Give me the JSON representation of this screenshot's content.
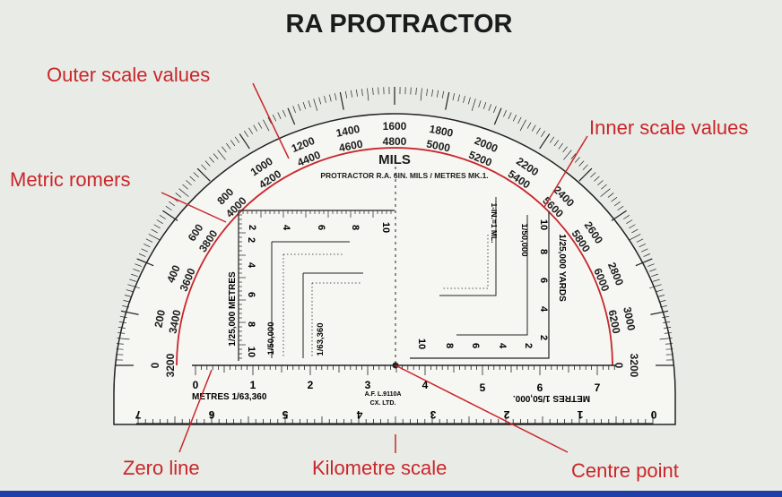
{
  "title": "RA PROTRACTOR",
  "callouts": {
    "outer_scale_values": "Outer scale values",
    "inner_scale_values": "Inner scale values",
    "metric_romers": "Metric romers",
    "zero_line": "Zero line",
    "kilometre_scale": "Kilometre scale",
    "centre_point": "Centre point"
  },
  "protractor": {
    "unit_label": "MILS",
    "subtitle": "PROTRACTOR R.A. 6IN. MILS / METRES MK.1.",
    "outer_scale": [
      "0",
      "200",
      "400",
      "600",
      "800",
      "1000",
      "1200",
      "1400",
      "1600",
      "1800",
      "2000",
      "2200",
      "2400",
      "2600",
      "2800",
      "3000",
      "3200"
    ],
    "inner_scale": [
      "3200",
      "3400",
      "3600",
      "3800",
      "4000",
      "4200",
      "4400",
      "4600",
      "4800",
      "5000",
      "5200",
      "5400",
      "5600",
      "5800",
      "6000",
      "6200",
      "0"
    ],
    "baseline_scale_top": [
      "0",
      "1",
      "2",
      "3",
      "4",
      "5",
      "6",
      "7"
    ],
    "baseline_scale_bottom": [
      "7",
      "6",
      "5",
      "4",
      "3",
      "2",
      "1",
      "0"
    ],
    "baseline_label_left": "METRES 1/63,360",
    "baseline_label_right": "METRES 1/50,000.",
    "maker_line1": "A.F. L.9110A",
    "maker_line2": "CX. LTD.",
    "romer_left_label": "1/25,000 METRES",
    "romer_left_mid": "1/50,000",
    "romer_left_inner": "1/63,360",
    "romer_left_numbers": [
      "2",
      "4",
      "6",
      "8",
      "10"
    ],
    "romer_right_label": "1/25,000 YARDS",
    "romer_right_mid": "1/50,000",
    "romer_right_inner": "1-IN.=1 ML.",
    "romer_right_numbers": [
      "10",
      "8",
      "6",
      "4",
      "2"
    ],
    "romer_small_numbers": [
      "2",
      "4",
      "6",
      "8",
      "10"
    ]
  },
  "colors": {
    "background": "#e9ece6",
    "callout": "#c9262b",
    "ink": "#1b1b1b",
    "protractor_face": "#f6f7f3",
    "bottom_strip": "#1f3fa8"
  }
}
